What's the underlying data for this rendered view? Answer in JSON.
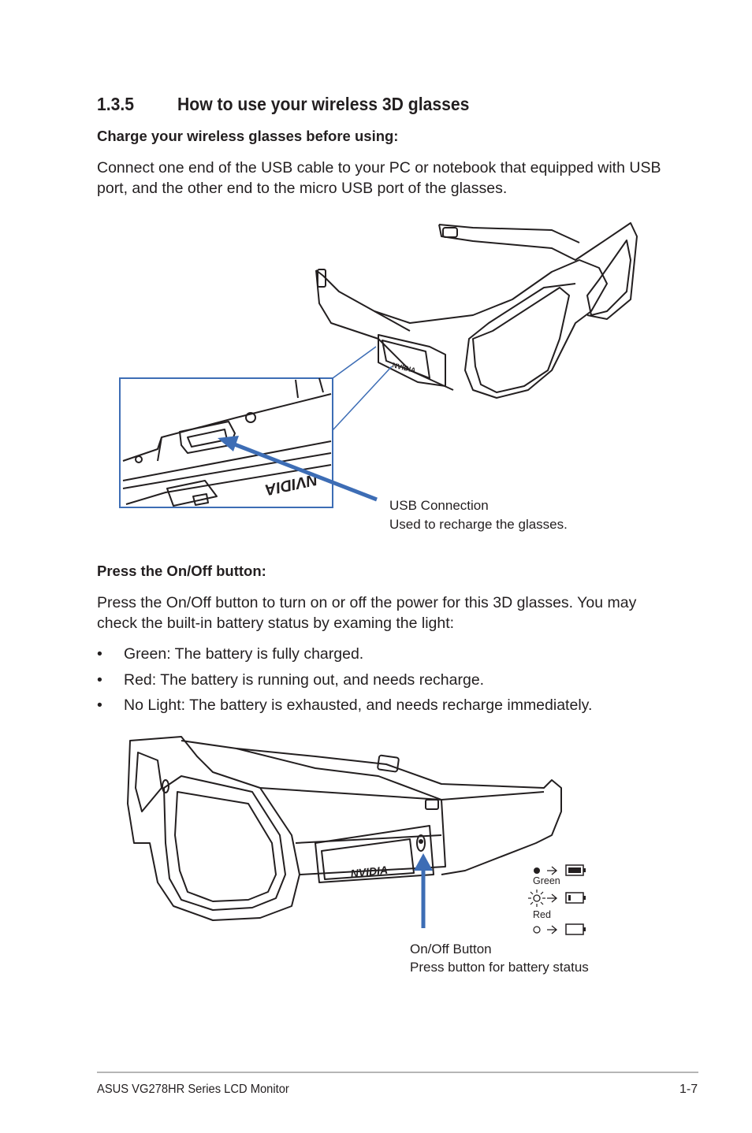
{
  "section": {
    "number": "1.3.5",
    "title": "How to use your wireless 3D glasses"
  },
  "charge": {
    "heading": "Charge your wireless glasses before using:",
    "text": "Connect one end of the USB cable to your PC or notebook that equipped with USB port, and the other end to the micro USB port of the glasses."
  },
  "figure1": {
    "logo": "NVIDIA",
    "caption_line1": "USB Connection",
    "caption_line2": "Used to recharge the glasses."
  },
  "power": {
    "heading": "Press the On/Off button:",
    "text": "Press the On/Off button to turn on or off the power for this 3D glasses. You may check the built-in battery status by examing the light:",
    "bullets": [
      "Green: The battery is fully charged.",
      "Red: The battery is running out, and needs recharge.",
      "No Light: The battery is exhausted, and needs recharge immediately."
    ]
  },
  "figure2": {
    "logo": "NVIDIA",
    "legend": {
      "green_label": "Green",
      "red_label": "Red"
    },
    "caption_line1": "On/Off Button",
    "caption_line2": "Press button for battery status"
  },
  "footer": {
    "left": "ASUS VG278HR Series LCD Monitor",
    "right": "1-7"
  },
  "colors": {
    "arrow": "#3d6db5",
    "text": "#231f20",
    "rule": "#b6b6b6"
  }
}
